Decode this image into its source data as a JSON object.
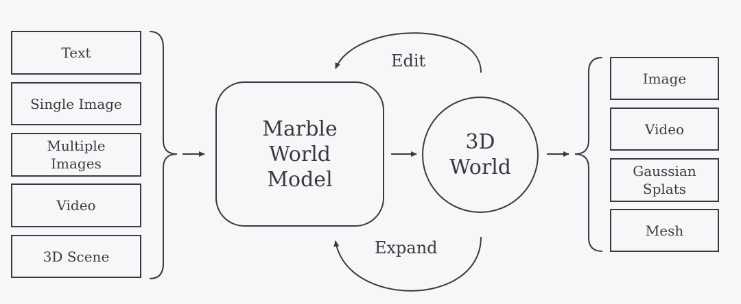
{
  "inputs": [
    "Text",
    "Single Image",
    "Multiple\nImages",
    "Video",
    "3D Scene"
  ],
  "model": "Marble\nWorld\nModel",
  "world": "3D\nWorld",
  "loops": {
    "edit": "Edit",
    "expand": "Expand"
  },
  "outputs": [
    "Image",
    "Video",
    "Gaussian\nSplats",
    "Mesh"
  ]
}
